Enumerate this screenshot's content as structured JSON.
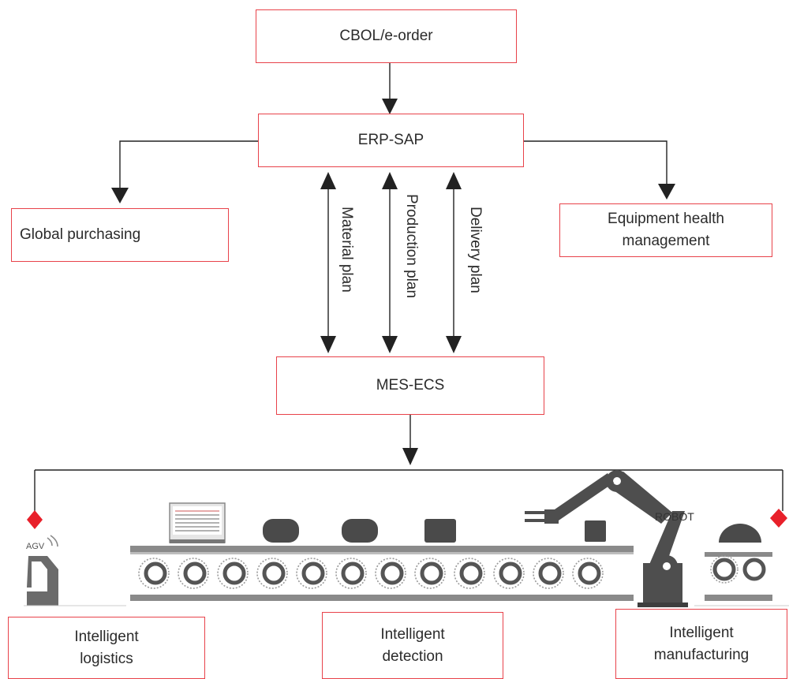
{
  "nodes": {
    "cbol": "CBOL/e-order",
    "erp": "ERP-SAP",
    "global_purchasing": "Global purchasing",
    "equipment_health": [
      "Equipment health",
      "management"
    ],
    "mes": "MES-ECS",
    "logistics": [
      "Intelligent",
      "logistics"
    ],
    "detection": [
      "Intelligent",
      "detection"
    ],
    "manufacturing": [
      "Intelligent",
      "manufacturing"
    ]
  },
  "edge_labels": {
    "material_plan": "Material plan",
    "production_plan": "Production plan",
    "delivery_plan": "Delivery plan"
  },
  "illustration": {
    "agv_label": "AGV",
    "robot_label": "ROBOT"
  },
  "colors": {
    "box_border": "#e8424a",
    "marker": "#e8202a",
    "line": "#222222",
    "machine": "#4a4a4a"
  }
}
